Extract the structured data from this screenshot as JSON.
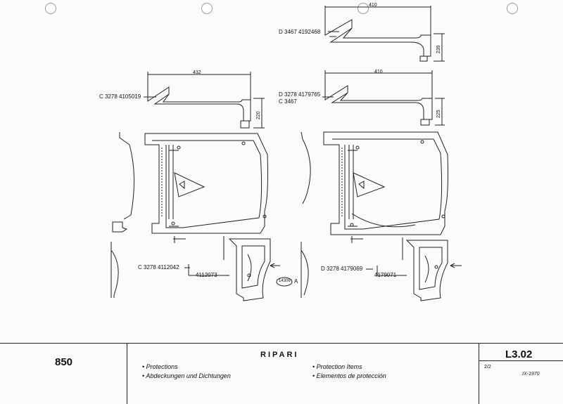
{
  "parts": {
    "top_right_ref": "D 3467  4192468",
    "dim_410_a": "410",
    "dim_239": "239",
    "left_ref": "C 3278  4105019",
    "dim_432": "432",
    "dim_220": "220",
    "right_ref_line1": "D 3278  4179765",
    "right_ref_line2": "C 3467",
    "dim_410_b": "410",
    "dim_225": "225",
    "left_panel_ref": "C 3278  4112042",
    "left_panel_sub": "4112073",
    "circle_badge": "14306",
    "circle_suffix": "A",
    "right_panel_ref": "D 3278  4179069",
    "right_panel_sub": "4179071"
  },
  "footer": {
    "model": "850",
    "title": "RIPARI",
    "items_left": [
      "• Protections",
      "• Abdeckungen und Dichtungen"
    ],
    "items_right": [
      "• Protection Items",
      "• Elementos de protección"
    ],
    "code": "L3.02",
    "page": "2/2",
    "date": "IX-1970"
  }
}
